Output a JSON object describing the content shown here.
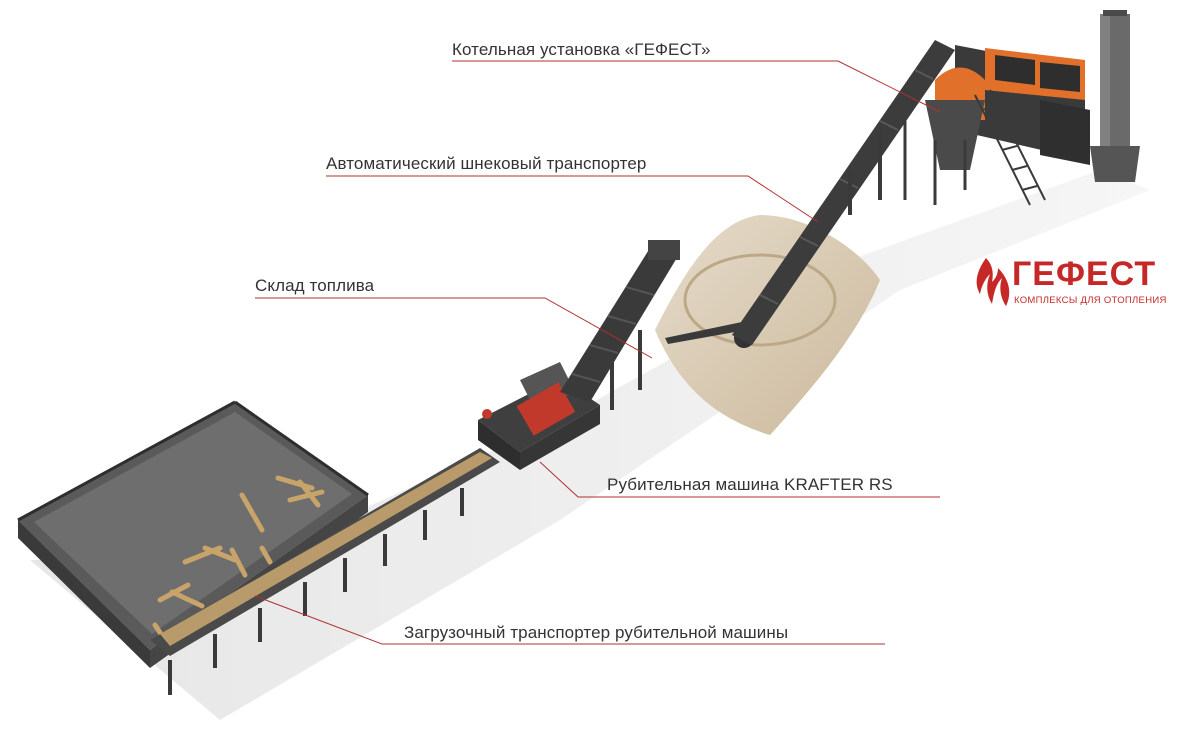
{
  "labels": {
    "boiler": "Котельная установка «ГЕФЕСТ»",
    "auger": "Автоматический шнековый транспортер",
    "fuel_store": "Склад топлива",
    "chipper": "Рубительная машина KRAFTER RS",
    "feeder": "Загрузочный транспортер рубительной машины"
  },
  "logo": {
    "name": "ГЕФЕСТ",
    "tagline": "КОМПЛЕКСЫ ДЛЯ ОТОПЛЕНИЯ",
    "color": "#c62828"
  },
  "colors": {
    "leader_line": "#b03030",
    "steel": "#3a3a3a",
    "accent": "#c0392b",
    "boiler_orange": "#e0702a",
    "sawdust": "#d9cbb4"
  }
}
